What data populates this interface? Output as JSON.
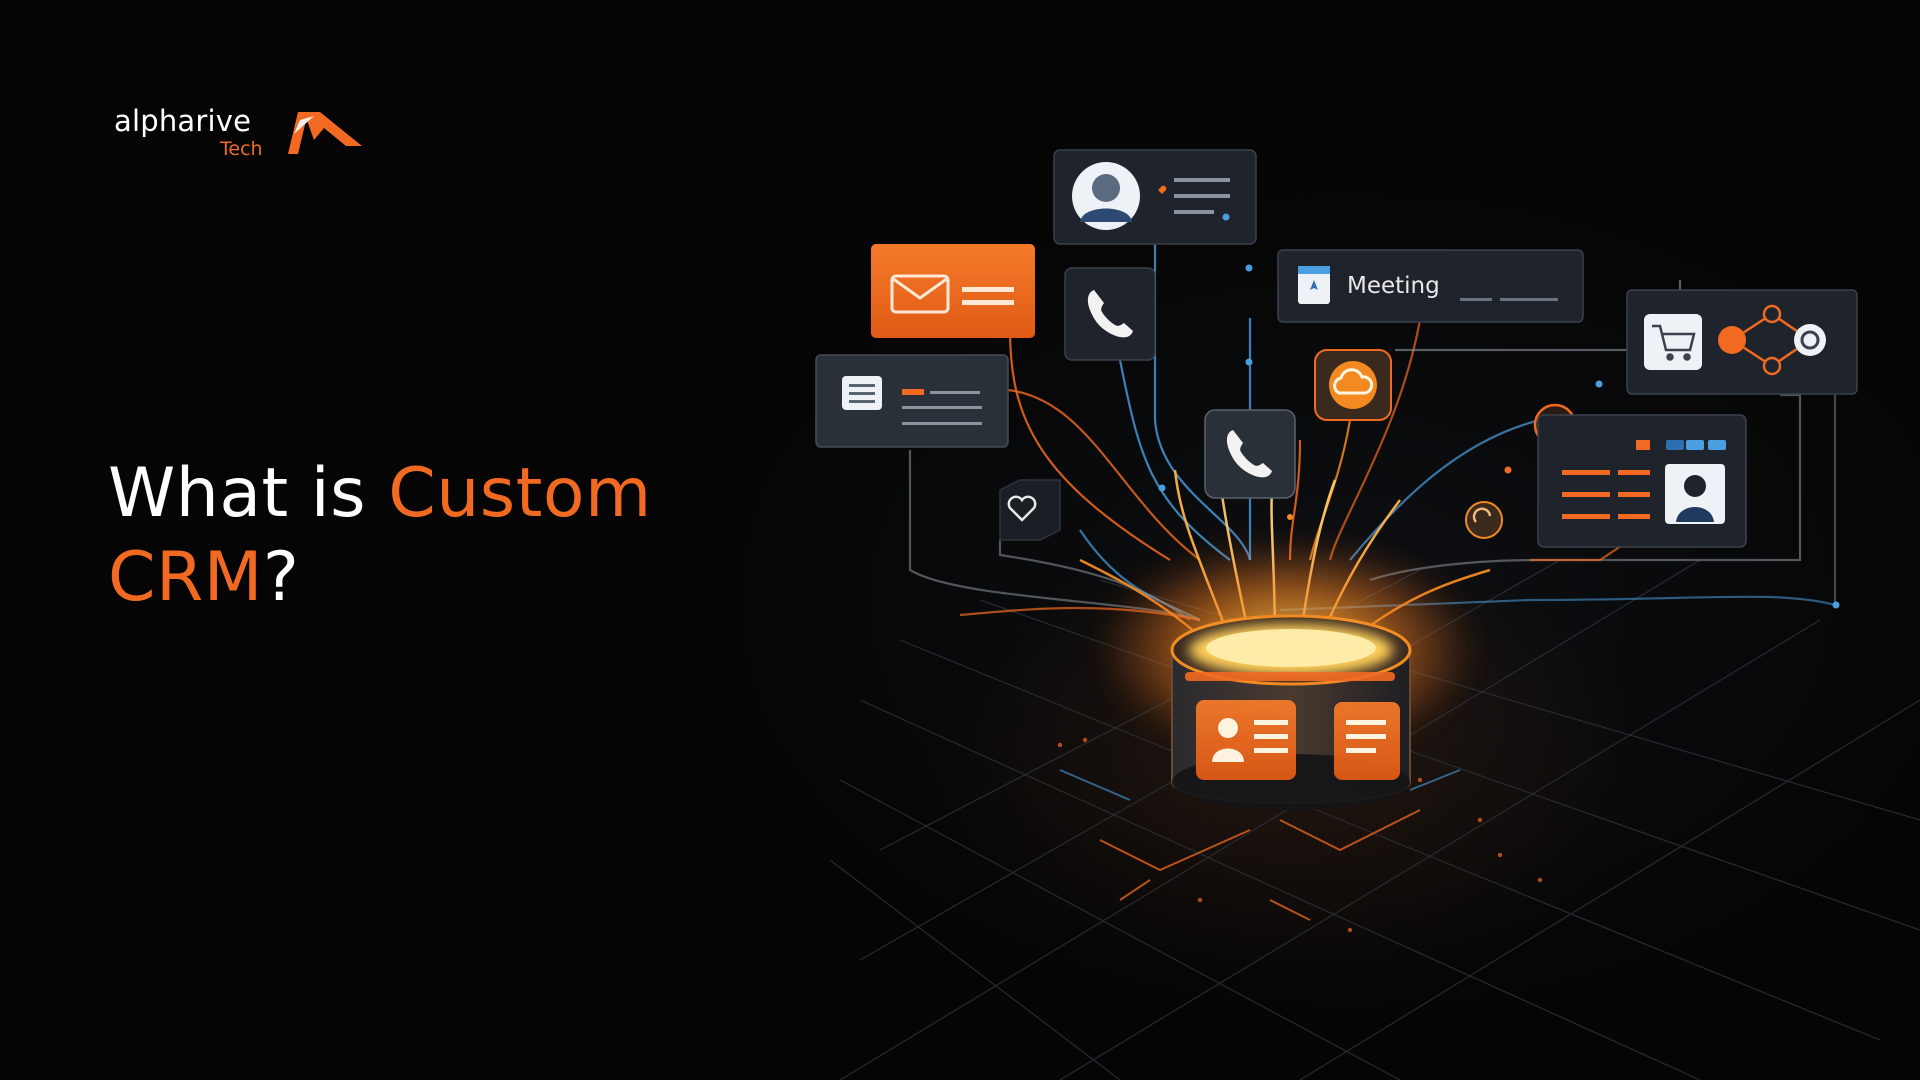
{
  "brand": {
    "name": "alpharive",
    "sub": "Tech",
    "accent_color": "#f26a21",
    "logo_icon": "alpharive-logo-mark"
  },
  "headline": {
    "part1": "What is ",
    "accent1": "Custom",
    "accent2": "CRM",
    "part2": "?"
  },
  "illustration": {
    "meeting_label": "Meeting",
    "icons": [
      "user-avatar-icon",
      "email-icon",
      "phone-icon",
      "document-icon",
      "heart-icon",
      "cloud-icon",
      "shopping-cart-icon",
      "network-icon",
      "contact-card-icon",
      "crm-database-icon"
    ],
    "colors": {
      "orange": "#f26a21",
      "card": "#1f242c",
      "blue_line": "#4a9fe0"
    }
  }
}
